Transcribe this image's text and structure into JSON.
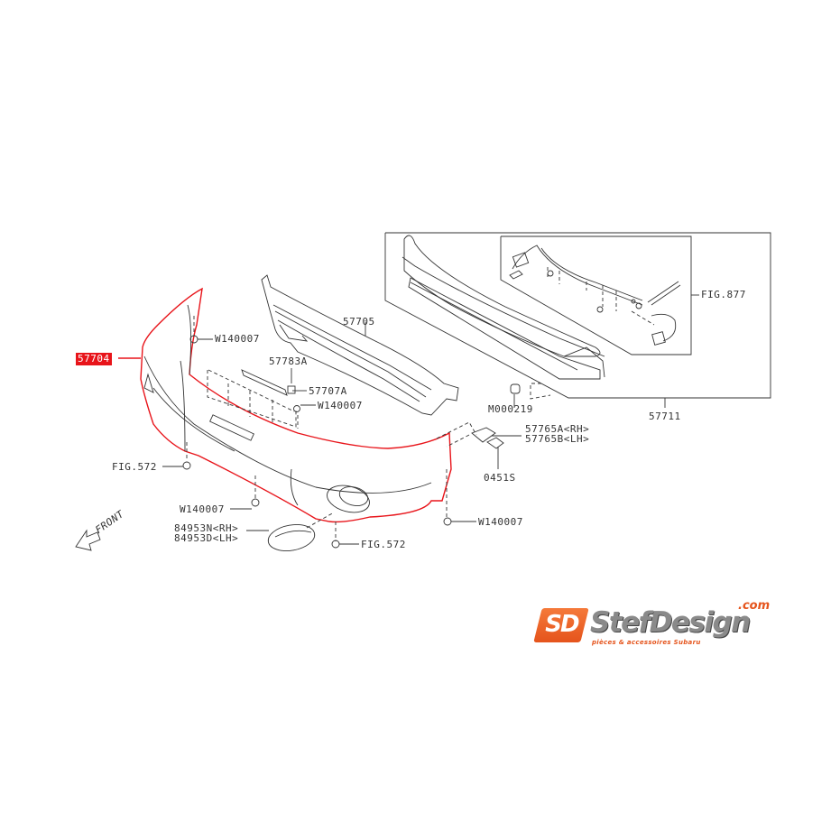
{
  "diagram": {
    "title": "Front bumper exploded parts diagram",
    "highlight_color": "#e8141a",
    "line_color": "#333333",
    "callouts": [
      {
        "id": "c1",
        "text": "57704",
        "highlighted": true
      },
      {
        "id": "c2",
        "text": "W140007"
      },
      {
        "id": "c3",
        "text": "57705"
      },
      {
        "id": "c4",
        "text": "57783A"
      },
      {
        "id": "c5",
        "text": "57707A"
      },
      {
        "id": "c6",
        "text": "W140007"
      },
      {
        "id": "c7",
        "text": "FIG.572"
      },
      {
        "id": "c8",
        "text": "W140007"
      },
      {
        "id": "c9",
        "text": "84953N<RH>"
      },
      {
        "id": "c10",
        "text": "84953D<LH>"
      },
      {
        "id": "c11",
        "text": "FIG.572"
      },
      {
        "id": "c12",
        "text": "W140007"
      },
      {
        "id": "c13",
        "text": "M000219"
      },
      {
        "id": "c14",
        "text": "57711"
      },
      {
        "id": "c15",
        "text": "FIG.877"
      },
      {
        "id": "c16",
        "text": "57765A<RH>"
      },
      {
        "id": "c17",
        "text": "57765B<LH>"
      },
      {
        "id": "c18",
        "text": "0451S"
      }
    ],
    "direction_label": "FRONT"
  },
  "logo": {
    "badge": "SD",
    "name": "StefDesign",
    "domain": ".com",
    "tagline": "pièces & accessoires Subaru",
    "primary_color": "#e5541c",
    "secondary_color": "#8a8a8a"
  }
}
